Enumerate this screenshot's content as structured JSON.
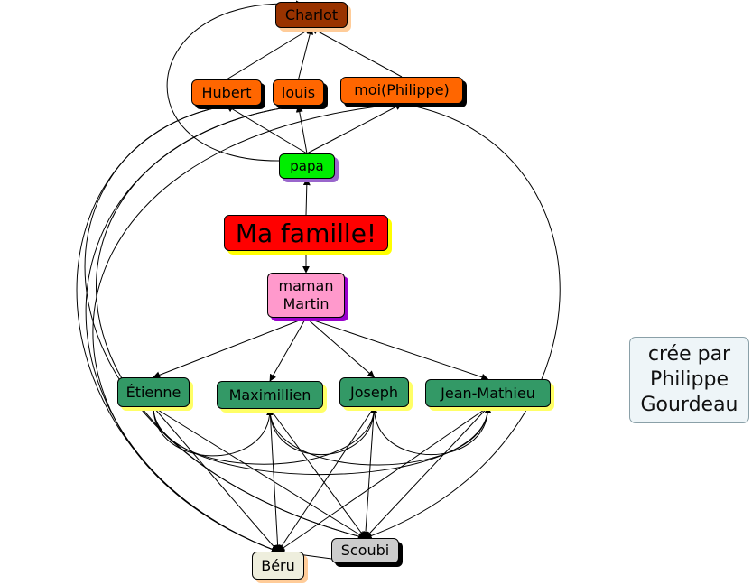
{
  "diagram": {
    "nodes": [
      {
        "id": "charlot",
        "label": "Charlot",
        "fill": "#993300",
        "shadow": "#ffcc99"
      },
      {
        "id": "hubert",
        "label": "Hubert",
        "fill": "#ff6600",
        "shadow": "#000000"
      },
      {
        "id": "louis",
        "label": "louis",
        "fill": "#ff6600",
        "shadow": "#000000"
      },
      {
        "id": "moi",
        "label": "moi(Philippe)",
        "fill": "#ff6600",
        "shadow": "#000000"
      },
      {
        "id": "papa",
        "label": "papa",
        "fill": "#00ee00",
        "shadow": "#9966cc"
      },
      {
        "id": "title",
        "label": "Ma famille!",
        "fill": "#ff0000",
        "shadow": "#ffff00"
      },
      {
        "id": "maman",
        "label": "maman\nMartin",
        "fill": "#ff99cc",
        "shadow": "#9900cc"
      },
      {
        "id": "etienne",
        "label": "Étienne",
        "fill": "#339966",
        "shadow": "#ffff66"
      },
      {
        "id": "maximillien",
        "label": "Maximillien",
        "fill": "#339966",
        "shadow": "#ffff66"
      },
      {
        "id": "joseph",
        "label": "Joseph",
        "fill": "#339966",
        "shadow": "#ffff66"
      },
      {
        "id": "jeanmathieu",
        "label": "Jean-Mathieu",
        "fill": "#339966",
        "shadow": "#ffff66"
      },
      {
        "id": "beru",
        "label": "Béru",
        "fill": "#eeeedd",
        "shadow": "#ffcc99"
      },
      {
        "id": "scoubi",
        "label": "Scoubi",
        "fill": "#cccccc",
        "shadow": "#000000"
      }
    ],
    "edges": [
      {
        "from": "hubert",
        "to": "charlot"
      },
      {
        "from": "louis",
        "to": "charlot"
      },
      {
        "from": "moi",
        "to": "charlot"
      },
      {
        "from": "papa",
        "to": "charlot"
      },
      {
        "from": "papa",
        "to": "hubert"
      },
      {
        "from": "papa",
        "to": "louis"
      },
      {
        "from": "papa",
        "to": "moi"
      },
      {
        "from": "title",
        "to": "papa"
      },
      {
        "from": "title",
        "to": "maman"
      },
      {
        "from": "maman",
        "to": "etienne"
      },
      {
        "from": "maman",
        "to": "maximillien"
      },
      {
        "from": "maman",
        "to": "joseph"
      },
      {
        "from": "maman",
        "to": "jeanmathieu"
      },
      {
        "from": "etienne",
        "to": "beru"
      },
      {
        "from": "maximillien",
        "to": "beru"
      },
      {
        "from": "joseph",
        "to": "beru"
      },
      {
        "from": "jeanmathieu",
        "to": "beru"
      },
      {
        "from": "etienne",
        "to": "scoubi"
      },
      {
        "from": "maximillien",
        "to": "scoubi"
      },
      {
        "from": "joseph",
        "to": "scoubi"
      },
      {
        "from": "jeanmathieu",
        "to": "scoubi"
      },
      {
        "from": "scoubi",
        "to": "beru"
      },
      {
        "from": "hubert",
        "to": "beru"
      },
      {
        "from": "louis",
        "to": "beru"
      },
      {
        "from": "moi",
        "to": "beru"
      },
      {
        "from": "hubert",
        "to": "scoubi"
      },
      {
        "from": "louis",
        "to": "scoubi"
      },
      {
        "from": "moi",
        "to": "scoubi"
      },
      {
        "from": "etienne",
        "to": "maximillien"
      },
      {
        "from": "etienne",
        "to": "joseph"
      },
      {
        "from": "etienne",
        "to": "jeanmathieu"
      },
      {
        "from": "maximillien",
        "to": "joseph"
      },
      {
        "from": "maximillien",
        "to": "jeanmathieu"
      },
      {
        "from": "joseph",
        "to": "jeanmathieu"
      }
    ]
  },
  "credit": {
    "line1": "crée par",
    "line2": "Philippe",
    "line3": "Gourdeau"
  }
}
